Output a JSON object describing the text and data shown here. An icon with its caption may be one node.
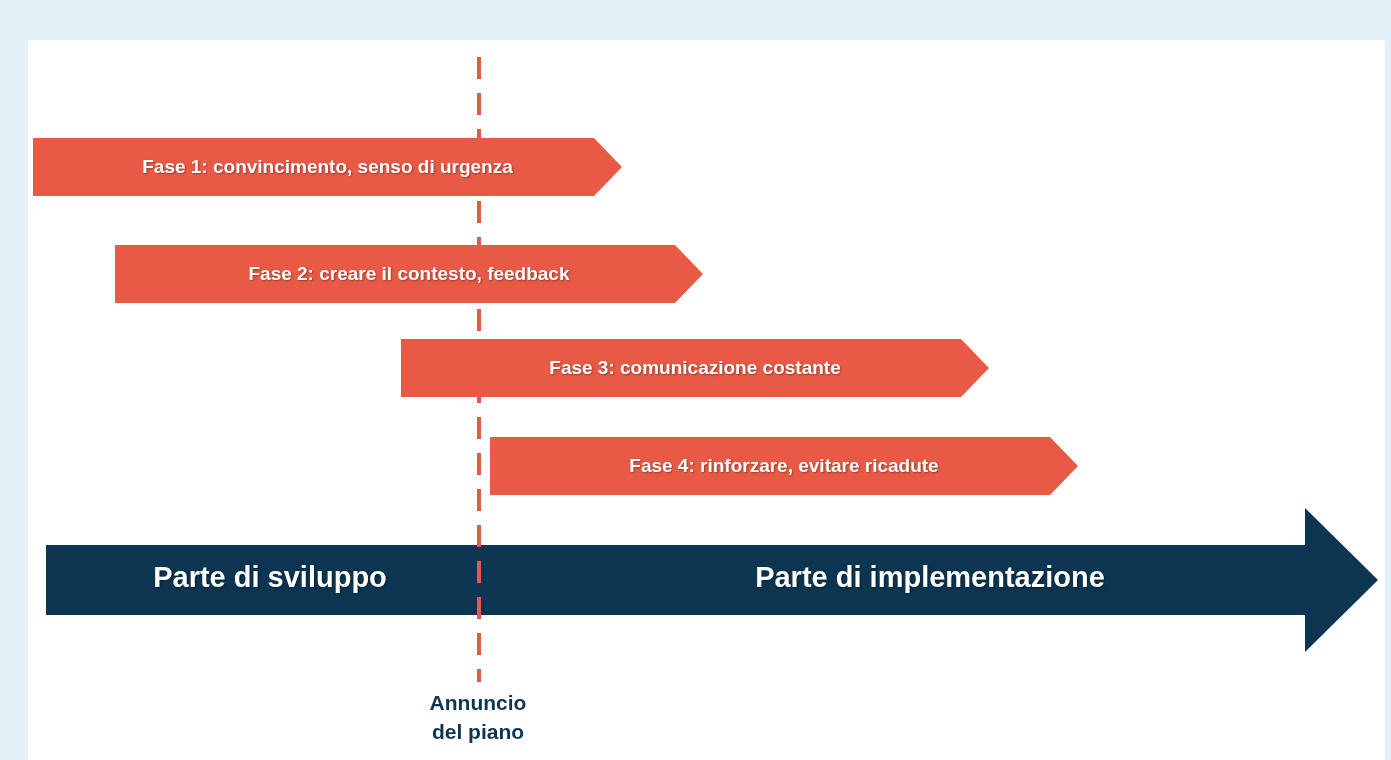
{
  "diagram": {
    "nodes": [
      {
        "text": [
          "Fase 1: convincimento, senso di urgenza"
        ]
      },
      {
        "text": [
          "Fase 2: creare il contesto, feedback"
        ]
      },
      {
        "text": [
          "Fase 3: comunicazione costante"
        ]
      },
      {
        "text": [
          "Fase 4: rinforzare, evitare ricadute"
        ]
      },
      {
        "text": [
          "Parte di sviluppo",
          "Parte di implementazione"
        ]
      }
    ],
    "labels": [
      "Annuncio del piano"
    ]
  }
}
